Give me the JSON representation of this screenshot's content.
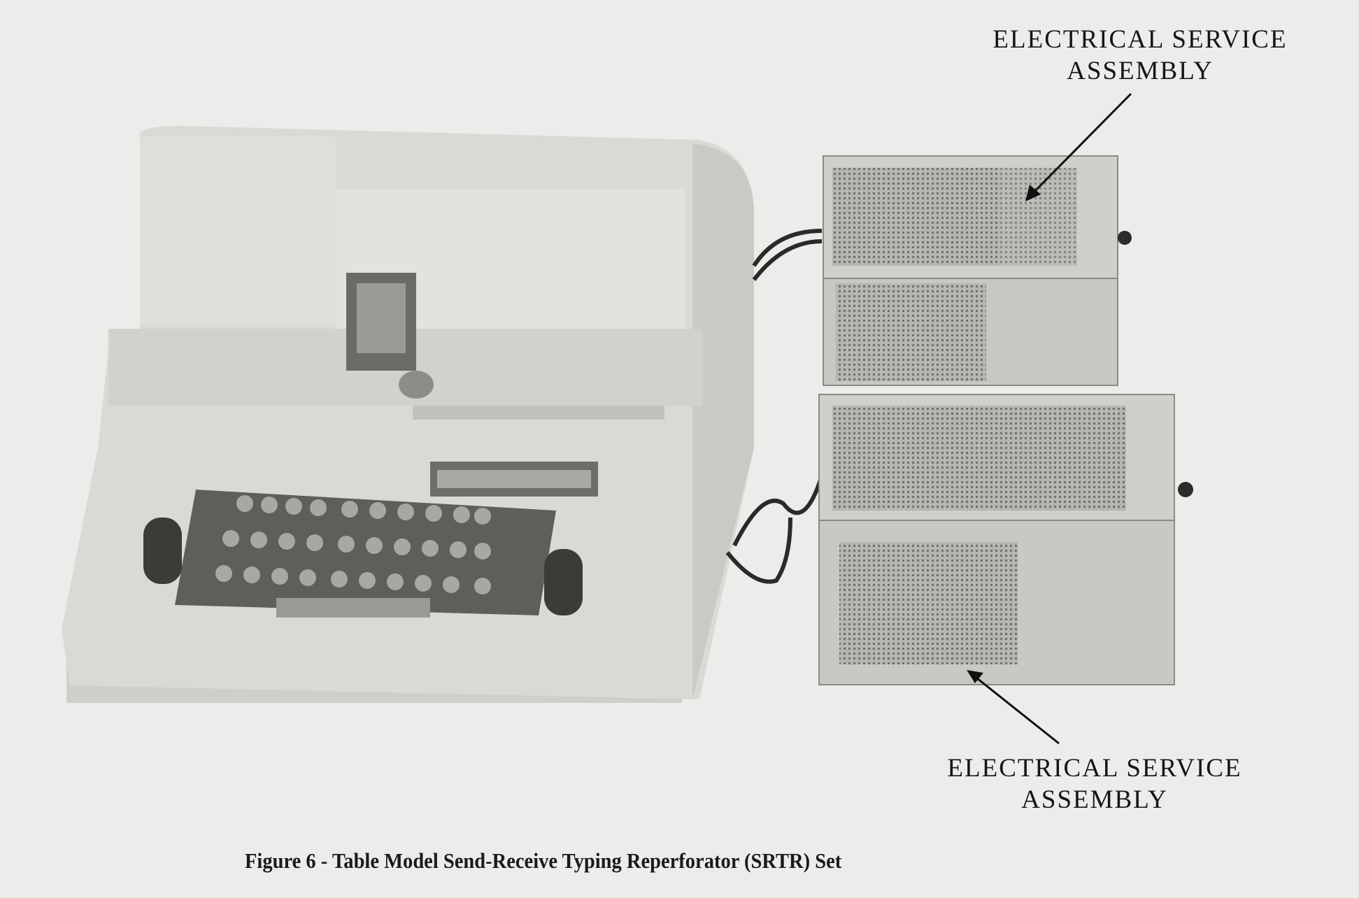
{
  "labels": {
    "top": {
      "line1": "ELECTRICAL SERVICE",
      "line2": "ASSEMBLY"
    },
    "bottom": {
      "line1": "ELECTRICAL SERVICE",
      "line2": "ASSEMBLY"
    }
  },
  "caption": "Figure 6 - Table Model Send-Receive Typing Reperforator (SRTR) Set",
  "colors": {
    "background": "#ececea",
    "machine": "#d6d6d2",
    "grille": "#8a8a86",
    "text": "#151515"
  }
}
